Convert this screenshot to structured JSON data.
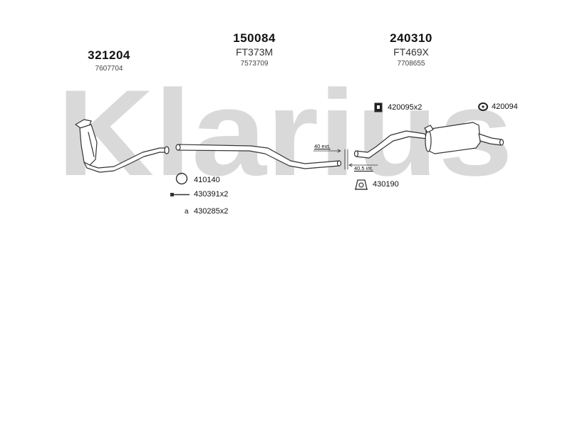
{
  "watermark": {
    "text": "Klarius",
    "color": "#d9d9d9"
  },
  "assemblies": [
    {
      "part_number": "321204",
      "code": "",
      "oe_number": "7607704"
    },
    {
      "part_number": "150084",
      "code": "FT373M",
      "oe_number": "7573709"
    },
    {
      "part_number": "240310",
      "code": "FT469X",
      "oe_number": "7708655"
    }
  ],
  "fittings": {
    "clamp_bracket": "420095x2",
    "hanger_ring": "420094",
    "gasket_ring": "410140",
    "bolt": "430391x2",
    "nut_glyph": "a",
    "nut": "430285x2",
    "mounting_rubber": "430190"
  },
  "dimensions": {
    "external": "40 ext.",
    "internal": "40.5 int."
  },
  "colors": {
    "line": "#333333",
    "fill": "#ffffff",
    "watermark": "#d9d9d9"
  }
}
